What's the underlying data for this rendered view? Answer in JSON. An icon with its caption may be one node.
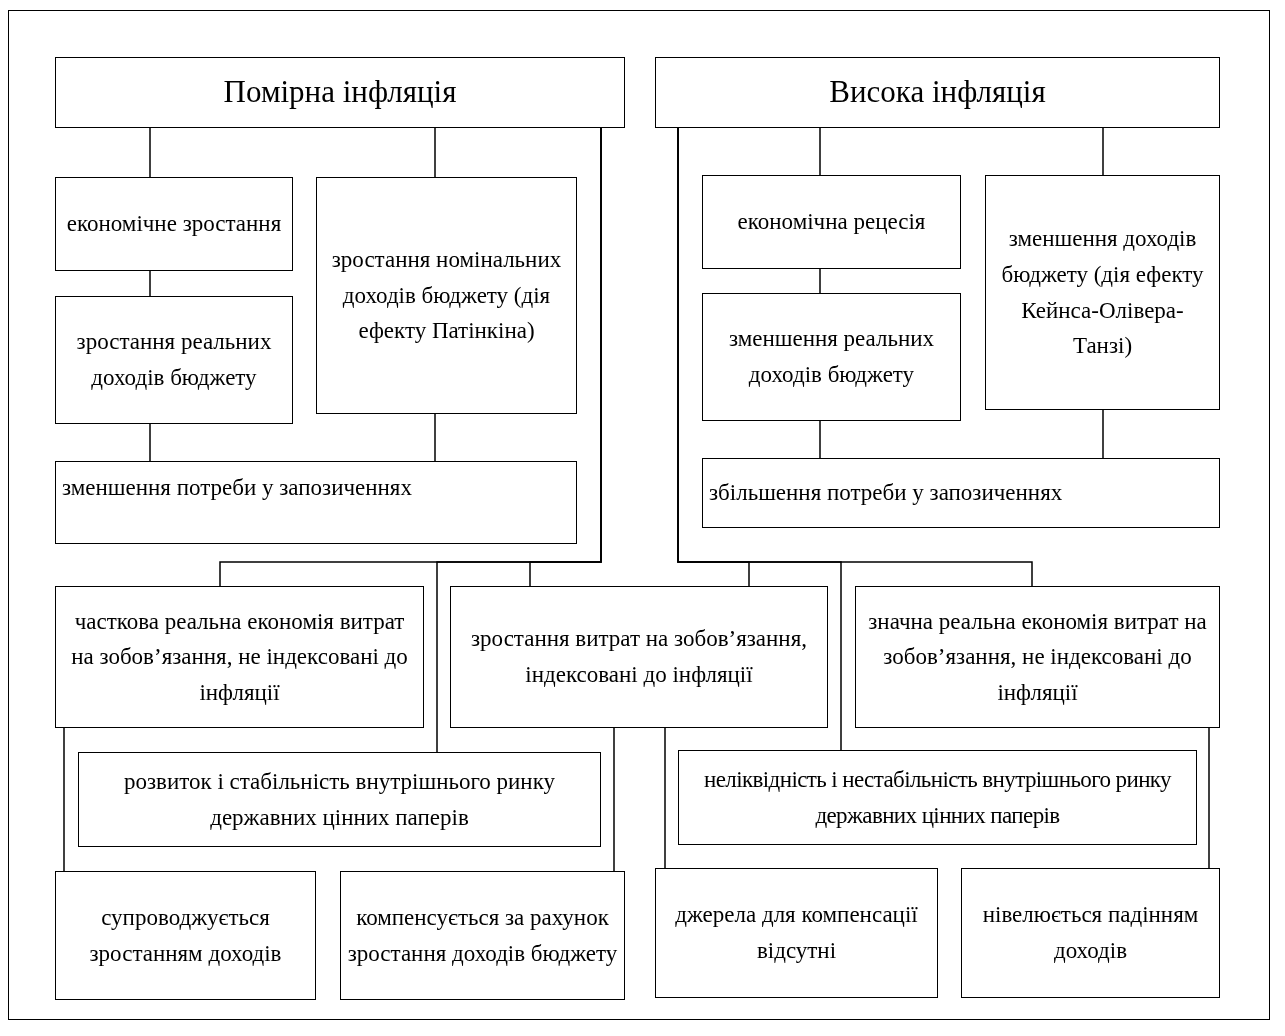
{
  "diagram": {
    "nodes": [
      {
        "text": [
          "Помірна інфляція"
        ]
      },
      {
        "text": [
          "Висока інфляція"
        ]
      },
      {
        "text": [
          "економічне зростання"
        ]
      },
      {
        "text": [
          "зростання номінальних доходів бюджету (дія ефекту Патінкіна)"
        ]
      },
      {
        "text": [
          "зростання реальних доходів бюджету"
        ]
      },
      {
        "text": [
          "зменшення потреби у запозиченнях"
        ]
      },
      {
        "text": [
          "економічна рецесія"
        ]
      },
      {
        "text": [
          "зменшення доходів бюджету (дія ефекту Кейнса-Олівера-Танзі)"
        ]
      },
      {
        "text": [
          "зменшення реальних доходів бюджету"
        ]
      },
      {
        "text": [
          "збільшення потреби у запозиченнях"
        ]
      },
      {
        "text": [
          "часткова реальна економія витрат на зобов’язання, не індексовані до інфляції"
        ]
      },
      {
        "text": [
          "зростання витрат на зобов’язання, індексовані до інфляції"
        ]
      },
      {
        "text": [
          "значна реальна економія витрат на зобов’язання, не індексовані до інфляції"
        ]
      },
      {
        "text": [
          "розвиток і стабільність внутрішнього ринку державних цінних паперів"
        ]
      },
      {
        "text": [
          "неліквідність і нестабільність внутрішнього ринку державних цінних паперів"
        ]
      },
      {
        "text": [
          "супроводжується зростанням доходів"
        ]
      },
      {
        "text": [
          "компенсується за рахунок зростання доходів бюджету"
        ]
      },
      {
        "text": [
          "джерела для компенсації відсутні"
        ]
      },
      {
        "text": [
          "нівелюється падінням доходів"
        ]
      }
    ],
    "edges": [
      {
        "from": 0,
        "to": 2,
        "arrow": "none"
      },
      {
        "from": 0,
        "to": 3,
        "arrow": "none"
      },
      {
        "from": 2,
        "to": 4,
        "arrow": "none"
      },
      {
        "from": 4,
        "to": 5,
        "arrow": "none"
      },
      {
        "from": 3,
        "to": 5,
        "arrow": "none"
      },
      {
        "from": 1,
        "to": 6,
        "arrow": "none"
      },
      {
        "from": 1,
        "to": 7,
        "arrow": "none"
      },
      {
        "from": 6,
        "to": 8,
        "arrow": "none"
      },
      {
        "from": 8,
        "to": 9,
        "arrow": "none"
      },
      {
        "from": 7,
        "to": 9,
        "arrow": "none"
      },
      {
        "from": 0,
        "to": 10,
        "arrow": "none"
      },
      {
        "from": 0,
        "to": 13,
        "arrow": "none"
      },
      {
        "from": 0,
        "to": 11,
        "arrow": "none"
      },
      {
        "from": 1,
        "to": 11,
        "arrow": "none"
      },
      {
        "from": 1,
        "to": 14,
        "arrow": "none"
      },
      {
        "from": 1,
        "to": 12,
        "arrow": "none"
      },
      {
        "from": 10,
        "to": 15,
        "arrow": "none"
      },
      {
        "from": 11,
        "to": 16,
        "arrow": "none"
      },
      {
        "from": 11,
        "to": 17,
        "arrow": "none"
      },
      {
        "from": 12,
        "to": 18,
        "arrow": "none"
      }
    ]
  }
}
